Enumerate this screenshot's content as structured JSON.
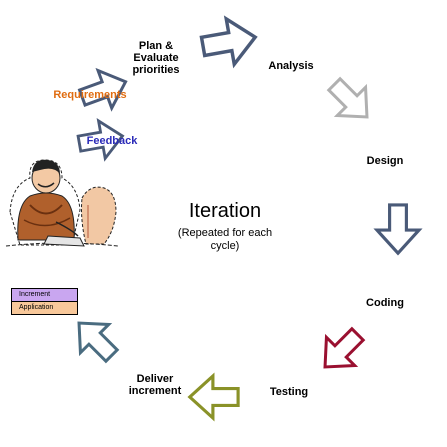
{
  "center": {
    "title": "Iteration",
    "subtitle": "(Repeated for each\ncycle)"
  },
  "stages": {
    "plan": "Plan &\nEvaluate\npriorities",
    "analysis": "Analysis",
    "design": "Design",
    "coding": "Coding",
    "testing": "Testing",
    "deliver": "Deliver\nincrement"
  },
  "inputs": {
    "requirements": "Requirements",
    "feedback": "Feedback"
  },
  "increment_stack": {
    "top": "Increment",
    "bottom": "Application"
  },
  "colors": {
    "requirements_text": "#e06c10",
    "feedback_text": "#2a2ab8",
    "arrow_slate": "#4a5a78",
    "arrow_gray": "#b0b0b0",
    "arrow_coding": "#9a1030",
    "arrow_testing": "#8a9228",
    "arrow_deliver": "#4a6c80",
    "increment_fill": "#c9a6f0",
    "application_fill": "#f8c89a"
  }
}
